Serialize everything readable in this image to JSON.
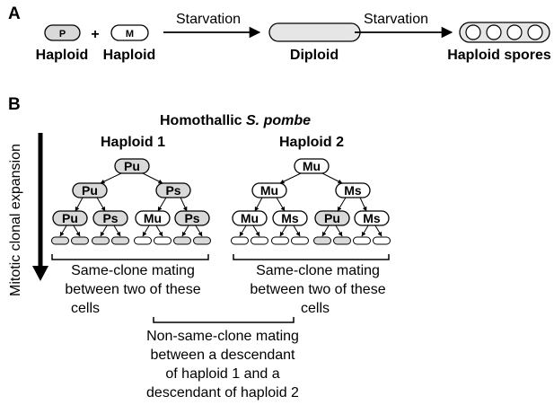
{
  "panel_a": {
    "label": "A",
    "cell_p": "P",
    "cell_m": "M",
    "plus": "+",
    "haploid_1": "Haploid",
    "haploid_2": "Haploid",
    "arrow_1": "Starvation",
    "diploid": "Diploid",
    "arrow_2": "Starvation",
    "spores": "Haploid spores"
  },
  "panel_b": {
    "label": "B",
    "title_prefix": "Homothallic ",
    "title_species": "S. pombe",
    "axis_label": "Mitotic clonal expansion",
    "lineage_1": {
      "title": "Haploid 1",
      "root": "Pu",
      "level1": [
        "Pu",
        "Ps"
      ],
      "level2": [
        "Pu",
        "Ps",
        "Mu",
        "Ps"
      ]
    },
    "lineage_2": {
      "title": "Haploid 2",
      "root": "Mu",
      "level1": [
        "Mu",
        "Ms"
      ],
      "level2": [
        "Mu",
        "Ms",
        "Pu",
        "Ms"
      ]
    },
    "same_clone_1": [
      "Same-clone mating",
      "between two of these",
      "cells"
    ],
    "same_clone_2": [
      "Same-clone mating",
      "between two of these",
      "cells"
    ],
    "non_same_clone": [
      "Non-same-clone mating",
      "between a descendant",
      "of haploid 1 and a",
      "descendant of haploid 2"
    ]
  },
  "colors": {
    "p_cell_fill": "#d9d9d9",
    "m_cell_fill": "#ffffff",
    "diploid_fill": "#e6e6e6",
    "stroke": "#000000"
  }
}
